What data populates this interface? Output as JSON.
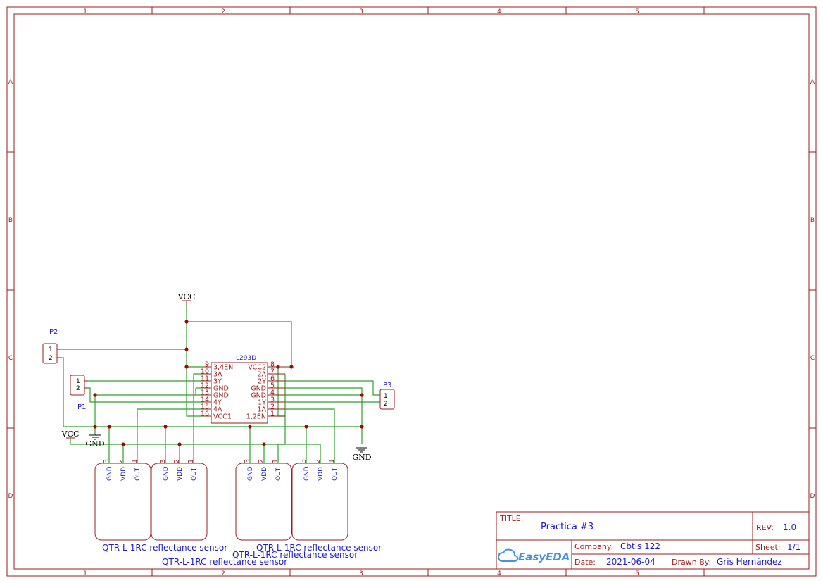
{
  "sheet": {
    "zone_columns": [
      "1",
      "2",
      "3",
      "4",
      "5"
    ],
    "zone_rows": [
      "A",
      "B",
      "C",
      "D"
    ]
  },
  "components": {
    "p2": {
      "designator": "P2",
      "pins": [
        "1",
        "2"
      ]
    },
    "p1": {
      "designator": "P1",
      "pins": [
        "1",
        "2"
      ]
    },
    "p3": {
      "designator": "P3",
      "pins": [
        "1",
        "2"
      ]
    },
    "u1": {
      "part": "L293D",
      "left_pins": [
        {
          "num": "9",
          "name": "3,4EN"
        },
        {
          "num": "10",
          "name": "3A"
        },
        {
          "num": "11",
          "name": "3Y"
        },
        {
          "num": "12",
          "name": "GND"
        },
        {
          "num": "13",
          "name": "GND"
        },
        {
          "num": "14",
          "name": "4Y"
        },
        {
          "num": "15",
          "name": "4A"
        },
        {
          "num": "16",
          "name": "VCC1"
        }
      ],
      "right_pins": [
        {
          "num": "8",
          "name": "VCC2"
        },
        {
          "num": "7",
          "name": "2A"
        },
        {
          "num": "6",
          "name": "2Y"
        },
        {
          "num": "5",
          "name": "GND"
        },
        {
          "num": "4",
          "name": "GND"
        },
        {
          "num": "3",
          "name": "1Y"
        },
        {
          "num": "2",
          "name": "1A"
        },
        {
          "num": "1",
          "name": "1,2EN"
        }
      ]
    },
    "sensor_pins": [
      {
        "num": "3",
        "name": "GND"
      },
      {
        "num": "2",
        "name": "VDD"
      },
      {
        "num": "1",
        "name": "OUT"
      }
    ],
    "sensor_labels": [
      "QTR-L-1RC reflectance sensor",
      "QTR-L-1RC reflectance sensor",
      "QTR-L-1RC reflectance sensor",
      "QTR-L-1RC reflectance sensor"
    ]
  },
  "power": {
    "vcc_top": "VCC",
    "vcc_left": "VCC",
    "gnd_left": "GND",
    "gnd_right": "GND"
  },
  "title_block": {
    "title_label": "TITLE:",
    "title": "Practica #3",
    "rev_label": "REV:",
    "rev": "1.0",
    "company_label": "Company:",
    "company": "Cbtis 122",
    "sheet_label": "Sheet:",
    "sheet": "1/1",
    "date_label": "Date:",
    "date": "2021-06-04",
    "drawn_label": "Drawn By:",
    "drawn_by": "Gris Hernández",
    "logo_text": "EasyEDA"
  },
  "colors": {
    "frame": "#9b1c1c",
    "wire": "#2fa02f",
    "label": "#1a1ad0",
    "junction": "#b00000"
  }
}
